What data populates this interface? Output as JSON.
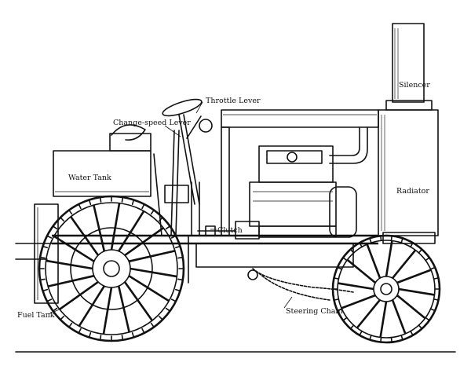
{
  "labels": {
    "silencer": "Silencer",
    "throttle_lever": "Throttle Lever",
    "change_speed_lever": "Change-speed Lever",
    "water_tank": "Water Tank",
    "radiator": "Radiator",
    "clutch": "Clutch",
    "fuel_tank": "Fuel Tank",
    "steering_chain": "Steering Chain"
  },
  "colors": {
    "ink": "#111111",
    "paper": "#ffffff"
  }
}
